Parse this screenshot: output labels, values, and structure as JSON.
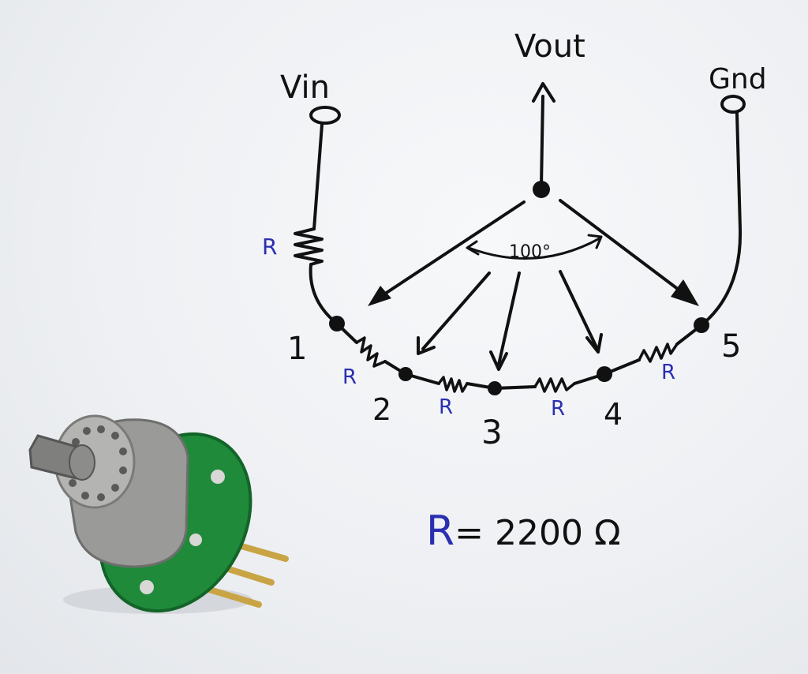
{
  "diagram": {
    "terminals": {
      "vin": "Vin",
      "vout": "Vout",
      "gnd": "Gnd"
    },
    "angle_label": "100°",
    "resistor_label": "R",
    "node_labels": [
      "1",
      "2",
      "3",
      "4",
      "5"
    ],
    "equation": {
      "symbol": "R",
      "rest": "= 2200 Ω"
    },
    "colors": {
      "ink": "#111111",
      "blue_marker": "#2a2fb0",
      "pcb_green": "#1f8a3a",
      "metal": "#9a9a98",
      "pins": "#c9a445"
    },
    "photo_object": "rotary-switch-component"
  }
}
